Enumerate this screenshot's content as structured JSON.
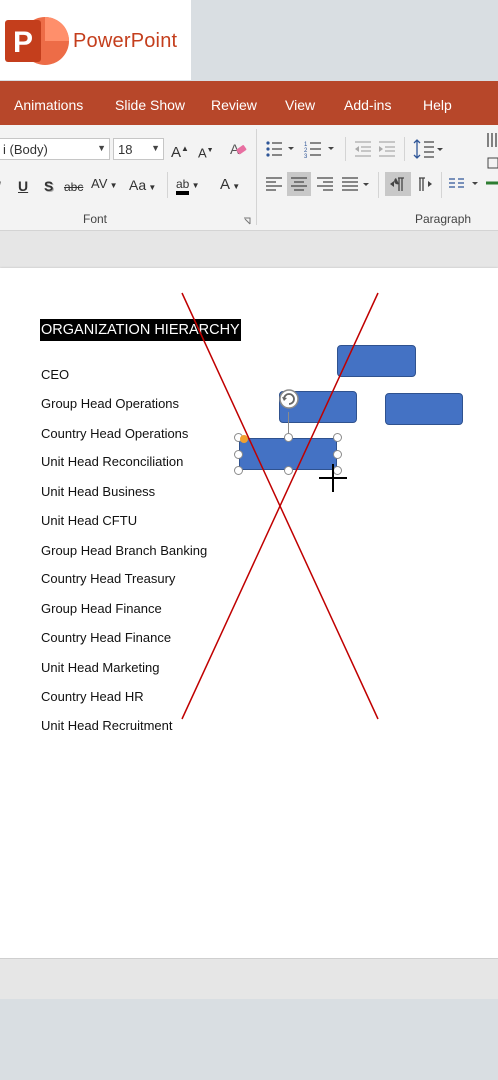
{
  "app": {
    "name": "PowerPoint"
  },
  "tabs": [
    "Animations",
    "Slide Show",
    "Review",
    "View",
    "Add-ins",
    "Help"
  ],
  "ribbon": {
    "font_name": "i (Body)",
    "font_size": "18",
    "grow_font": "A",
    "shrink_font": "A",
    "underline": "U",
    "shadow": "S",
    "strikethrough": "abc",
    "char_spacing": "AV",
    "change_case": "Aa",
    "highlight": "ab",
    "font_color": "A",
    "font_group_label": "Font",
    "paragraph_group_label": "Paragraph"
  },
  "slide": {
    "title": "ORGANIZATION HIERARCHY",
    "items": [
      "CEO",
      "Group Head Operations",
      "Country Head Operations",
      "Unit Head Reconciliation",
      "Unit Head Business",
      "Unit Head CFTU",
      "Group Head Branch Banking",
      "Country Head Treasury",
      "Group Head Finance",
      "Country Head Finance",
      "Unit Head Marketing",
      "Country Head HR",
      "Unit Head Recruitment"
    ]
  },
  "colors": {
    "brand": "#b7472a",
    "shape_fill": "#4472c4",
    "cross_line": "#c00000"
  }
}
